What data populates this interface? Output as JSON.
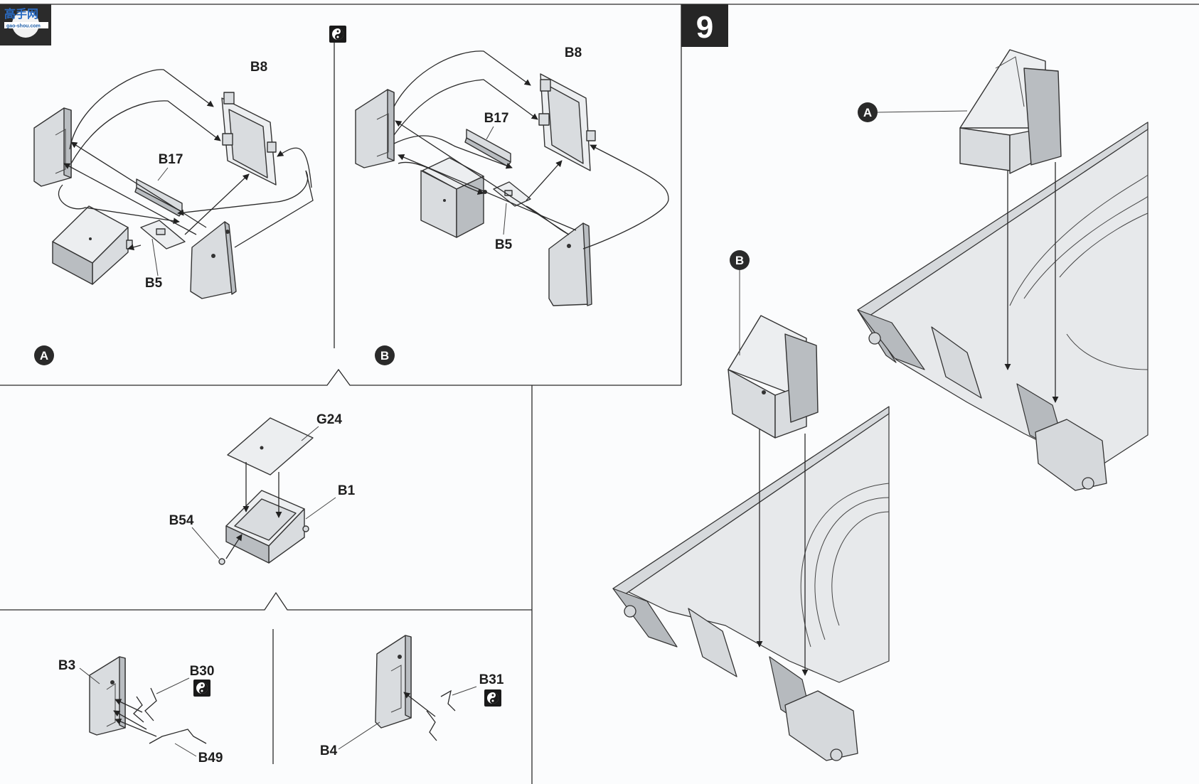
{
  "logo": {
    "text": "高手网",
    "url": "gao-shou.com"
  },
  "step": {
    "number": "9"
  },
  "labels": {
    "A": "A",
    "B": "B",
    "B8": "B8",
    "B17": "B17",
    "B5": "B5",
    "G24": "G24",
    "B1": "B1",
    "B54": "B54",
    "B3": "B3",
    "B30": "B30",
    "B49": "B49",
    "B4": "B4",
    "B31": "B31"
  },
  "icons": [
    "yin-yang-icon"
  ]
}
